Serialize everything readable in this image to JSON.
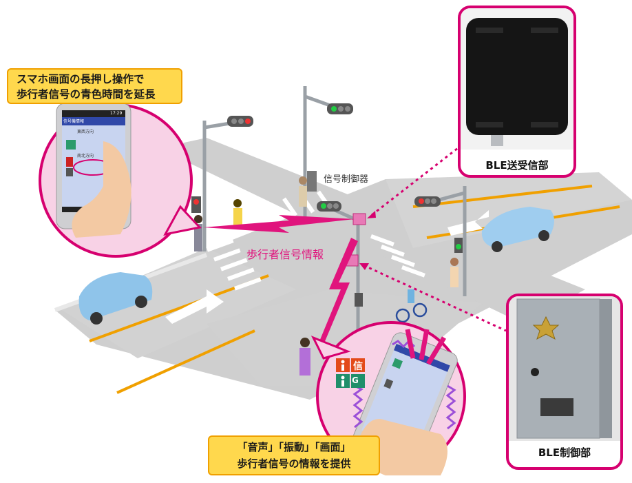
{
  "callouts": {
    "top_line1": "スマホ画面の長押し操作で",
    "top_line2": "歩行者信号の青色時間を延長",
    "bottom_line1": "「音声」「振動」「画面」",
    "bottom_line2": "歩行者信号の情報を提供"
  },
  "labels": {
    "controller": "信号制御器",
    "pedestrian_signal_info": "歩行者信号情報",
    "ble_transceiver": "BLE送受信部",
    "ble_control": "BLE制御部"
  },
  "phone_top": {
    "status_time": "17:29",
    "header": "信号機情報",
    "row1": "東西方向",
    "row2": "南北方向"
  },
  "colors": {
    "accent_magenta": "#d6006f",
    "callout_yellow": "#ffd84d",
    "road_gray": "#c9c9c9",
    "lane_orange": "#f0a000"
  }
}
